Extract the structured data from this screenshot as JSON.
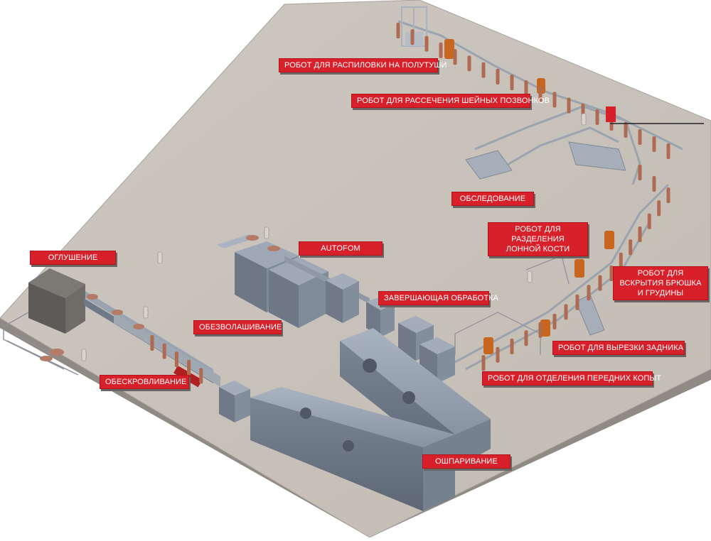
{
  "labels": {
    "stunning": "ОГЛУШЕНИЕ",
    "bleeding": "ОБЕСКРОВЛИВАНИЕ",
    "dehairing": "ОБЕЗВОЛАШИВАНИЕ",
    "autofom": "AUTOFOM",
    "final_treatment": "ЗАВЕРШАЮЩАЯ ОБРАБОТКА",
    "scalding": "ОШПАРИВАНИЕ",
    "inspection": "ОБСЛЕДОВАНИЕ",
    "robot_halves": "РОБОТ ДЛЯ РАСПИЛОВКИ НА ПОЛУТУШИ",
    "robot_neck": "РОБОТ ДЛЯ РАССЕЧЕНИЯ ШЕЙНЫХ ПОЗВОНКОВ",
    "robot_pelvic": "РОБОТ ДЛЯ РАЗДЕЛЕНИЯ ЛОННОЙ КОСТИ",
    "robot_belly": "РОБОТ ДЛЯ ВСКРЫТИЯ БРЮШКА И ГРУДИНЫ",
    "robot_bung": "РОБОТ ДЛЯ ВЫРЕЗКИ ЗАДНИКА",
    "robot_hooves": "РОБОТ ДЛЯ ОТДЕЛЕНИЯ ПЕРЕДНИХ КОПЫТ"
  },
  "colors": {
    "floor": "#c9c3bb",
    "machine": "#8f9aa8",
    "label_bg": "#d8202a",
    "label_text": "#ffffff",
    "robot": "#c8651f",
    "carcass": "#b56a4f"
  }
}
